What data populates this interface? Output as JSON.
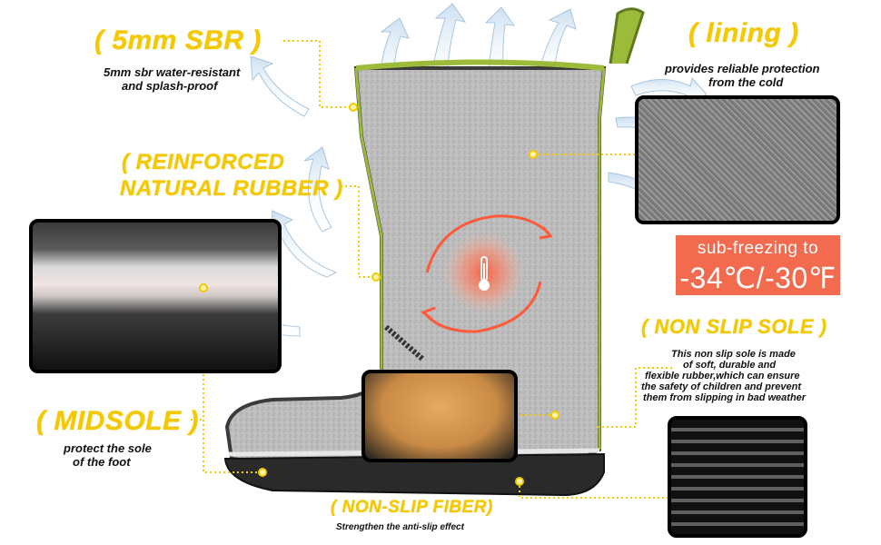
{
  "features": {
    "sbr": {
      "title": "( 5mm SBR )",
      "desc_line1": "5mm sbr water-resistant",
      "desc_line2": "and splash-proof"
    },
    "lining": {
      "title": "(  lining )",
      "desc_line1": "provides reliable protection",
      "desc_line2": "from the cold"
    },
    "rubber": {
      "title_line1": "(  REINFORCED",
      "title_line2": "NATURAL RUBBER )"
    },
    "temperature": {
      "line1": "sub-freezing to",
      "line2": "-34℃/-30℉"
    },
    "sole": {
      "title": "( NON SLIP SOLE )",
      "desc_lines": [
        "This non slip sole is made",
        "of soft, durable and",
        "flexible rubber,which can ensure",
        "the safety of children and prevent",
        "them from slipping in bad weather"
      ]
    },
    "midsole": {
      "title": "( MIDSOLE )",
      "desc_line1": "protect the sole",
      "desc_line2": "of the foot"
    },
    "fiber": {
      "title": "( NON-SLIP FIBER)",
      "desc": "Strengthen the anti-slip effect"
    }
  },
  "icons": {
    "thermometer": "thermometer-icon",
    "warmth_arrows": "circular-arrows-icon",
    "air_arrows": "breathable-arrow-icon"
  },
  "colors": {
    "accent_yellow": "#f5c900",
    "badge_orange": "#f26b4f",
    "boot_trim": "#9dbb3a",
    "felt_gray": "#b9b9b9",
    "air_blue": "#cfe3f2"
  }
}
